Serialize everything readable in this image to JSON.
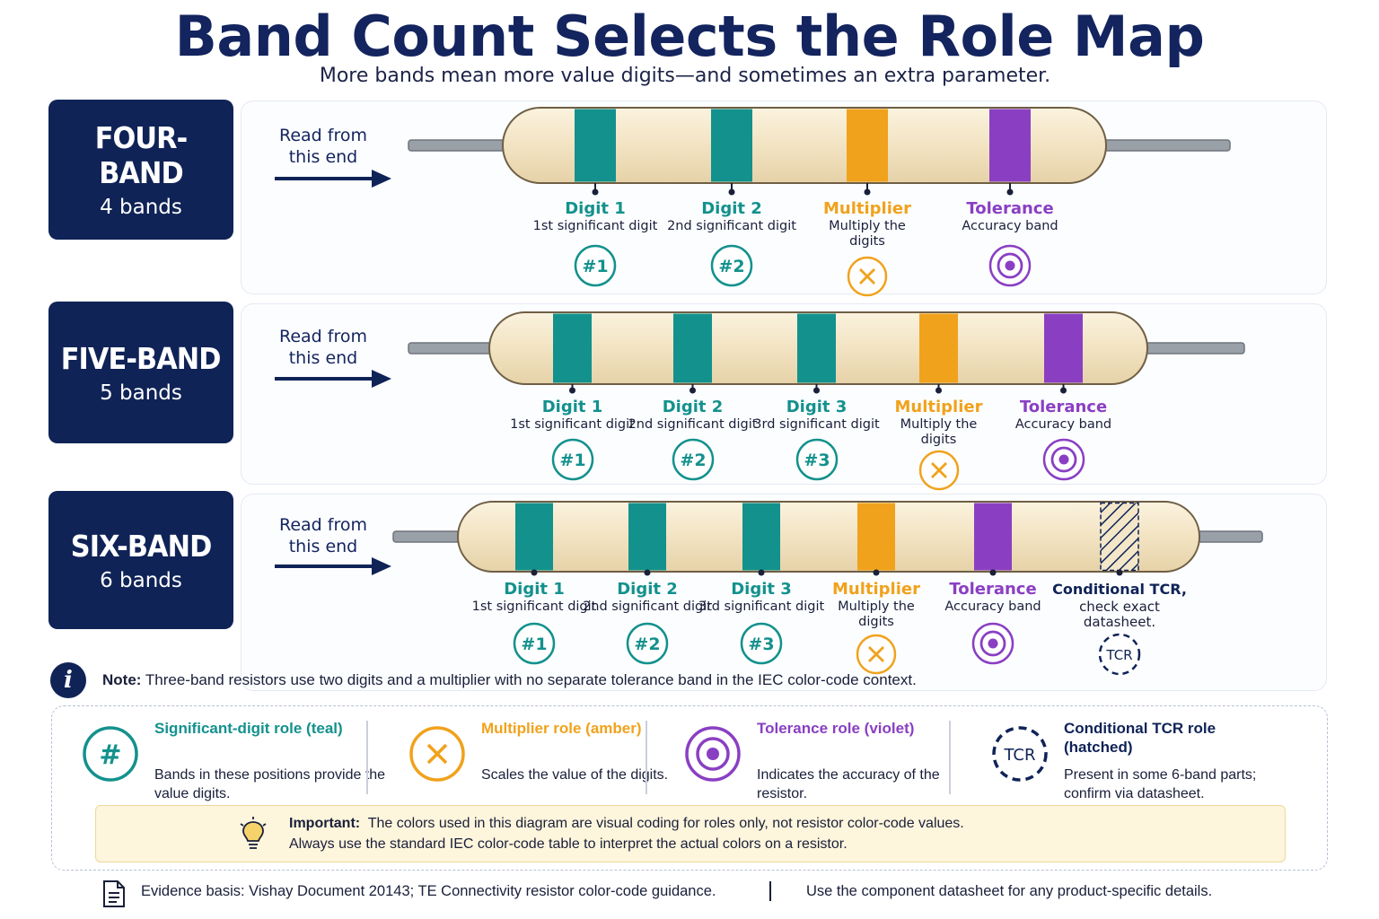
{
  "title": "Band Count Selects the Role Map",
  "subtitle": "More bands mean more value digits—and sometimes an extra parameter.",
  "read_from": [
    "Read from",
    "this end"
  ],
  "colors": {
    "navy": "#0f2357",
    "teal": "#13918d",
    "amber": "#f0a21c",
    "violet": "#8a3fc3",
    "body": "#f4e7c9",
    "lead": "#9aa0a8"
  },
  "rows": [
    {
      "label": "FOUR-BAND",
      "count_text": "4 bands",
      "bands": [
        {
          "role": "digit",
          "name": "Digit 1",
          "desc": "1st significant digit",
          "icon_text": "#1"
        },
        {
          "role": "digit",
          "name": "Digit 2",
          "desc": "2nd significant digit",
          "icon_text": "#2"
        },
        {
          "role": "multiplier",
          "name": "Multiplier",
          "desc": "Multiply the digits",
          "icon_text": ""
        },
        {
          "role": "tolerance",
          "name": "Tolerance",
          "desc": "Accuracy band",
          "icon_text": ""
        }
      ]
    },
    {
      "label": "FIVE-BAND",
      "count_text": "5 bands",
      "bands": [
        {
          "role": "digit",
          "name": "Digit 1",
          "desc": "1st significant digit",
          "icon_text": "#1"
        },
        {
          "role": "digit",
          "name": "Digit 2",
          "desc": "2nd significant digit",
          "icon_text": "#2"
        },
        {
          "role": "digit",
          "name": "Digit 3",
          "desc": "3rd significant digit",
          "icon_text": "#3"
        },
        {
          "role": "multiplier",
          "name": "Multiplier",
          "desc": "Multiply the digits",
          "icon_text": ""
        },
        {
          "role": "tolerance",
          "name": "Tolerance",
          "desc": "Accuracy band",
          "icon_text": ""
        }
      ]
    },
    {
      "label": "SIX-BAND",
      "count_text": "6 bands",
      "bands": [
        {
          "role": "digit",
          "name": "Digit 1",
          "desc": "1st significant digit",
          "icon_text": "#1"
        },
        {
          "role": "digit",
          "name": "Digit 2",
          "desc": "2nd significant digit",
          "icon_text": "#2"
        },
        {
          "role": "digit",
          "name": "Digit 3",
          "desc": "3rd significant digit",
          "icon_text": "#3"
        },
        {
          "role": "multiplier",
          "name": "Multiplier",
          "desc": "Multiply the digits",
          "icon_text": ""
        },
        {
          "role": "tolerance",
          "name": "Tolerance",
          "desc": "Accuracy band",
          "icon_text": ""
        },
        {
          "role": "tcr",
          "name": "Conditional TCR,",
          "desc": "check exact datasheet.",
          "icon_text": "TCR"
        }
      ]
    }
  ],
  "note": {
    "label": "Note:",
    "text": "Three-band resistors use two digits and a multiplier with no separate tolerance band in the IEC color-code context.",
    "icon": "info-icon"
  },
  "legend": [
    {
      "role": "digit",
      "title": "Significant-digit role (teal)",
      "desc": "Bands in these positions provide the value digits.",
      "icon_text": "#"
    },
    {
      "role": "multiplier",
      "title": "Multiplier role (amber)",
      "desc": "Scales the value of the digits.",
      "icon_text": ""
    },
    {
      "role": "tolerance",
      "title": "Tolerance role (violet)",
      "desc": "Indicates the accuracy of the resistor.",
      "icon_text": ""
    },
    {
      "role": "tcr",
      "title": "Conditional TCR role (hatched)",
      "desc": "Present in some 6-band parts; confirm via datasheet.",
      "icon_text": "TCR"
    }
  ],
  "important": {
    "label": "Important:",
    "line1": "The colors used in this diagram are visual coding for roles only, not resistor color-code values.",
    "line2": "Always use the standard IEC color-code table to interpret the actual colors on a resistor."
  },
  "footer": {
    "left": "Evidence basis: Vishay Document 20143; TE Connectivity resistor color-code guidance.",
    "right": "Use the component datasheet for any product-specific details."
  }
}
